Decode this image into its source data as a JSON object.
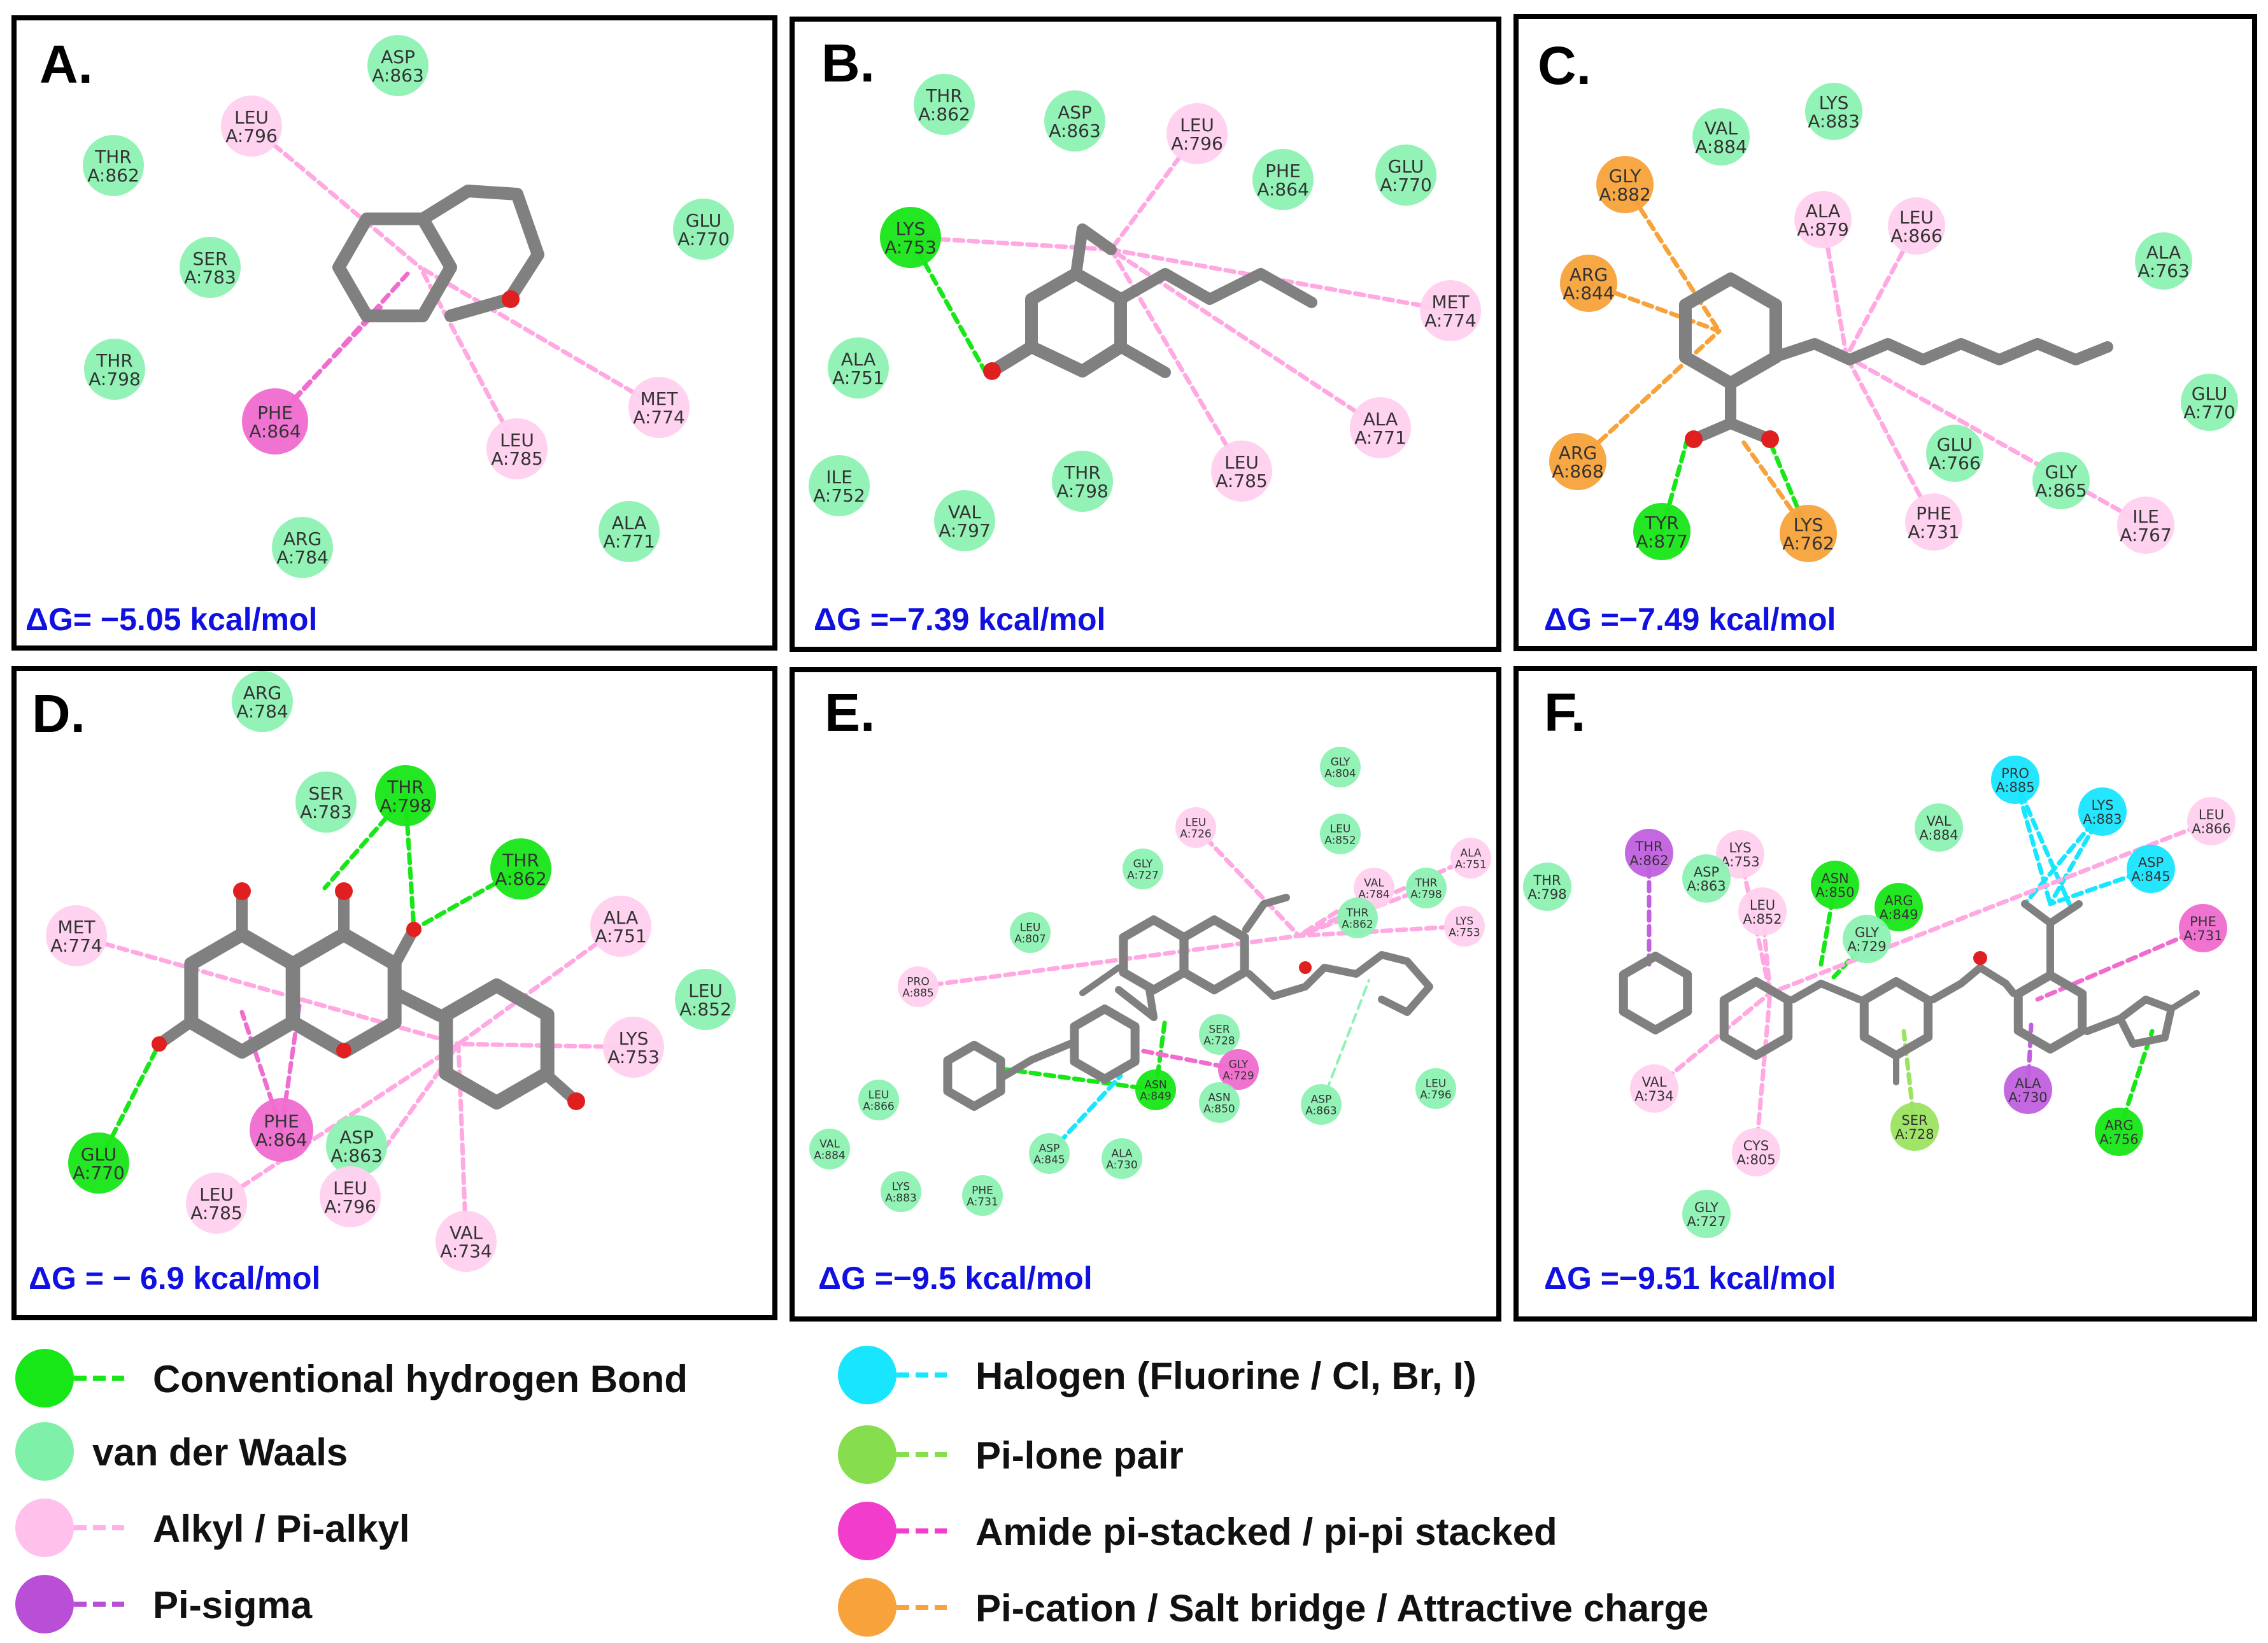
{
  "panels": [
    {
      "id": "A",
      "label": "A.",
      "energy": "ΔG= −5.05 kcal/mol",
      "residues": [
        {
          "id": "leu796",
          "name": "LEU",
          "code": "A:796",
          "type": "alkyl"
        },
        {
          "id": "asp863",
          "name": "ASP",
          "code": "A:863",
          "type": "vdw"
        },
        {
          "id": "thr862",
          "name": "THR",
          "code": "A:862",
          "type": "vdw"
        },
        {
          "id": "glu770",
          "name": "GLU",
          "code": "A:770",
          "type": "vdw"
        },
        {
          "id": "ser783",
          "name": "SER",
          "code": "A:783",
          "type": "vdw"
        },
        {
          "id": "thr798",
          "name": "THR",
          "code": "A:798",
          "type": "vdw"
        },
        {
          "id": "phe864",
          "name": "PHE",
          "code": "A:864",
          "type": "pipi"
        },
        {
          "id": "met774",
          "name": "MET",
          "code": "A:774",
          "type": "alkyl"
        },
        {
          "id": "leu785",
          "name": "LEU",
          "code": "A:785",
          "type": "alkyl"
        },
        {
          "id": "arg784",
          "name": "ARG",
          "code": "A:784",
          "type": "vdw"
        },
        {
          "id": "ala771",
          "name": "ALA",
          "code": "A:771",
          "type": "vdw"
        }
      ]
    },
    {
      "id": "B",
      "label": "B.",
      "energy": "ΔG =−7.39 kcal/mol",
      "residues": [
        {
          "id": "thr862",
          "name": "THR",
          "code": "A:862",
          "type": "vdw"
        },
        {
          "id": "asp863",
          "name": "ASP",
          "code": "A:863",
          "type": "vdw"
        },
        {
          "id": "leu796",
          "name": "LEU",
          "code": "A:796",
          "type": "alkyl"
        },
        {
          "id": "phe864",
          "name": "PHE",
          "code": "A:864",
          "type": "vdw"
        },
        {
          "id": "glu770",
          "name": "GLU",
          "code": "A:770",
          "type": "vdw"
        },
        {
          "id": "lys753",
          "name": "LYS",
          "code": "A:753",
          "type": "hbond"
        },
        {
          "id": "met774",
          "name": "MET",
          "code": "A:774",
          "type": "alkyl"
        },
        {
          "id": "ala751",
          "name": "ALA",
          "code": "A:751",
          "type": "vdw"
        },
        {
          "id": "ile752",
          "name": "ILE",
          "code": "A:752",
          "type": "vdw"
        },
        {
          "id": "thr798",
          "name": "THR",
          "code": "A:798",
          "type": "vdw"
        },
        {
          "id": "val797",
          "name": "VAL",
          "code": "A:797",
          "type": "vdw"
        },
        {
          "id": "leu785",
          "name": "LEU",
          "code": "A:785",
          "type": "alkyl"
        },
        {
          "id": "ala771",
          "name": "ALA",
          "code": "A:771",
          "type": "alkyl"
        }
      ]
    },
    {
      "id": "C",
      "label": "C.",
      "energy": "ΔG =−7.49 kcal/mol",
      "residues": [
        {
          "id": "val884",
          "name": "VAL",
          "code": "A:884",
          "type": "vdw"
        },
        {
          "id": "lys883",
          "name": "LYS",
          "code": "A:883",
          "type": "vdw"
        },
        {
          "id": "gly882",
          "name": "GLY",
          "code": "A:882",
          "type": "salt"
        },
        {
          "id": "ala879",
          "name": "ALA",
          "code": "A:879",
          "type": "alkyl"
        },
        {
          "id": "leu866",
          "name": "LEU",
          "code": "A:866",
          "type": "alkyl"
        },
        {
          "id": "ala763",
          "name": "ALA",
          "code": "A:763",
          "type": "vdw"
        },
        {
          "id": "arg844",
          "name": "ARG",
          "code": "A:844",
          "type": "salt"
        },
        {
          "id": "glu770",
          "name": "GLU",
          "code": "A:770",
          "type": "vdw"
        },
        {
          "id": "arg868",
          "name": "ARG",
          "code": "A:868",
          "type": "salt"
        },
        {
          "id": "glu766",
          "name": "GLU",
          "code": "A:766",
          "type": "vdw"
        },
        {
          "id": "gly865",
          "name": "GLY",
          "code": "A:865",
          "type": "vdw"
        },
        {
          "id": "tyr877",
          "name": "TYR",
          "code": "A:877",
          "type": "hbond"
        },
        {
          "id": "lys762",
          "name": "LYS",
          "code": "A:762",
          "type": "salt"
        },
        {
          "id": "phe731",
          "name": "PHE",
          "code": "A:731",
          "type": "alkyl"
        },
        {
          "id": "ile767",
          "name": "ILE",
          "code": "A:767",
          "type": "alkyl"
        }
      ]
    },
    {
      "id": "D",
      "label": "D.",
      "energy": "ΔG = − 6.9 kcal/mol",
      "residues": [
        {
          "id": "arg784",
          "name": "ARG",
          "code": "A:784",
          "type": "vdw"
        },
        {
          "id": "ser783",
          "name": "SER",
          "code": "A:783",
          "type": "vdw"
        },
        {
          "id": "thr798",
          "name": "THR",
          "code": "A:798",
          "type": "hbond"
        },
        {
          "id": "thr862",
          "name": "THR",
          "code": "A:862",
          "type": "hbond"
        },
        {
          "id": "met774",
          "name": "MET",
          "code": "A:774",
          "type": "alkyl"
        },
        {
          "id": "ala751",
          "name": "ALA",
          "code": "A:751",
          "type": "alkyl"
        },
        {
          "id": "leu852",
          "name": "LEU",
          "code": "A:852",
          "type": "vdw"
        },
        {
          "id": "lys753",
          "name": "LYS",
          "code": "A:753",
          "type": "alkyl"
        },
        {
          "id": "glu770",
          "name": "GLU",
          "code": "A:770",
          "type": "hbond"
        },
        {
          "id": "phe864",
          "name": "PHE",
          "code": "A:864",
          "type": "pipi"
        },
        {
          "id": "asp863",
          "name": "ASP",
          "code": "A:863",
          "type": "vdw"
        },
        {
          "id": "leu785",
          "name": "LEU",
          "code": "A:785",
          "type": "alkyl"
        },
        {
          "id": "leu796",
          "name": "LEU",
          "code": "A:796",
          "type": "alkyl"
        },
        {
          "id": "val734",
          "name": "VAL",
          "code": "A:734",
          "type": "alkyl"
        }
      ]
    },
    {
      "id": "E",
      "label": "E.",
      "energy": "ΔG =−9.5 kcal/mol",
      "residues": [
        {
          "id": "gly804",
          "name": "GLY",
          "code": "A:804",
          "type": "vdw"
        },
        {
          "id": "leu726",
          "name": "LEU",
          "code": "A:726",
          "type": "alkyl"
        },
        {
          "id": "leu852",
          "name": "LEU",
          "code": "A:852",
          "type": "vdw"
        },
        {
          "id": "gly727",
          "name": "GLY",
          "code": "A:727",
          "type": "vdw"
        },
        {
          "id": "ala751",
          "name": "ALA",
          "code": "A:751",
          "type": "alkyl"
        },
        {
          "id": "val784",
          "name": "VAL",
          "code": "A:784",
          "type": "alkyl"
        },
        {
          "id": "thr798",
          "name": "THR",
          "code": "A:798",
          "type": "vdw"
        },
        {
          "id": "leu807",
          "name": "LEU",
          "code": "A:807",
          "type": "vdw"
        },
        {
          "id": "thr862",
          "name": "THR",
          "code": "A:862",
          "type": "vdw"
        },
        {
          "id": "lys753",
          "name": "LYS",
          "code": "A:753",
          "type": "alkyl"
        },
        {
          "id": "pro885",
          "name": "PRO",
          "code": "A:885",
          "type": "alkyl"
        },
        {
          "id": "ser728",
          "name": "SER",
          "code": "A:728",
          "type": "vdw"
        },
        {
          "id": "gly729",
          "name": "GLY",
          "code": "A:729",
          "type": "pipi"
        },
        {
          "id": "asn849",
          "name": "ASN",
          "code": "A:849",
          "type": "hbond"
        },
        {
          "id": "asn850",
          "name": "ASN",
          "code": "A:850",
          "type": "vdw"
        },
        {
          "id": "asp863",
          "name": "ASP",
          "code": "A:863",
          "type": "vdw"
        },
        {
          "id": "leu796",
          "name": "LEU",
          "code": "A:796",
          "type": "vdw"
        },
        {
          "id": "leu866",
          "name": "LEU",
          "code": "A:866",
          "type": "vdw"
        },
        {
          "id": "val884",
          "name": "VAL",
          "code": "A:884",
          "type": "vdw"
        },
        {
          "id": "asp845",
          "name": "ASP",
          "code": "A:845",
          "type": "vdw"
        },
        {
          "id": "ala730",
          "name": "ALA",
          "code": "A:730",
          "type": "vdw"
        },
        {
          "id": "lys883",
          "name": "LYS",
          "code": "A:883",
          "type": "vdw"
        },
        {
          "id": "phe731",
          "name": "PHE",
          "code": "A:731",
          "type": "vdw"
        }
      ]
    },
    {
      "id": "F",
      "label": "F.",
      "energy": "ΔG =−9.51 kcal/mol",
      "residues": [
        {
          "id": "pro885",
          "name": "PRO",
          "code": "A:885",
          "type": "halogen"
        },
        {
          "id": "lys883",
          "name": "LYS",
          "code": "A:883",
          "type": "halogen"
        },
        {
          "id": "leu866",
          "name": "LEU",
          "code": "A:866",
          "type": "alkyl"
        },
        {
          "id": "thr862",
          "name": "THR",
          "code": "A:862",
          "type": "pisigma"
        },
        {
          "id": "lys753",
          "name": "LYS",
          "code": "A:753",
          "type": "alkyl"
        },
        {
          "id": "asp863",
          "name": "ASP",
          "code": "A:863",
          "type": "vdw"
        },
        {
          "id": "val884",
          "name": "VAL",
          "code": "A:884",
          "type": "vdw"
        },
        {
          "id": "asp845",
          "name": "ASP",
          "code": "A:845",
          "type": "halogen"
        },
        {
          "id": "thr798",
          "name": "THR",
          "code": "A:798",
          "type": "vdw"
        },
        {
          "id": "asn850",
          "name": "ASN",
          "code": "A:850",
          "type": "hbond"
        },
        {
          "id": "arg849",
          "name": "ARG",
          "code": "A:849",
          "type": "hbond"
        },
        {
          "id": "leu852",
          "name": "LEU",
          "code": "A:852",
          "type": "alkyl"
        },
        {
          "id": "gly729",
          "name": "GLY",
          "code": "A:729",
          "type": "vdw"
        },
        {
          "id": "phe731",
          "name": "PHE",
          "code": "A:731",
          "type": "pipi"
        },
        {
          "id": "val734",
          "name": "VAL",
          "code": "A:734",
          "type": "alkyl"
        },
        {
          "id": "ala730",
          "name": "ALA",
          "code": "A:730",
          "type": "pisigma"
        },
        {
          "id": "ser728",
          "name": "SER",
          "code": "A:728",
          "type": "pilone"
        },
        {
          "id": "cys805",
          "name": "CYS",
          "code": "A:805",
          "type": "alkyl"
        },
        {
          "id": "arg756",
          "name": "ARG",
          "code": "A:756",
          "type": "hbond"
        },
        {
          "id": "gly727",
          "name": "GLY",
          "code": "A:727",
          "type": "vdw"
        }
      ]
    }
  ],
  "legend": [
    {
      "id": "hbond",
      "label": "Conventional hydrogen Bond",
      "fill": "#17e617",
      "line": "#17e617",
      "dashed": true
    },
    {
      "id": "vdw",
      "label": "van der Waals",
      "fill": "#7ff0a8",
      "line": "",
      "dashed": false
    },
    {
      "id": "alkyl",
      "label": "Alkyl / Pi-alkyl",
      "fill": "#ffc0ec",
      "line": "#ffb0e6",
      "dashed": true
    },
    {
      "id": "pisigma",
      "label": "Pi-sigma",
      "fill": "#b84fd6",
      "line": "#b84fd6",
      "dashed": true
    },
    {
      "id": "halogen",
      "label": "Halogen (Fluorine / Cl, Br, I)",
      "fill": "#18e6ff",
      "line": "#18e6ff",
      "dashed": true
    },
    {
      "id": "pilone",
      "label": "Pi-lone pair",
      "fill": "#86de4e",
      "line": "#86de4e",
      "dashed": true
    },
    {
      "id": "pipi",
      "label": "Amide pi-stacked / pi-pi stacked",
      "fill": "#f23ccc",
      "line": "#f23ccc",
      "dashed": true
    },
    {
      "id": "salt",
      "label": "Pi-cation / Salt bridge / Attractive charge",
      "fill": "#f7a23a",
      "line": "#f7a23a",
      "dashed": true
    }
  ],
  "colors": {
    "hbond": "#17e617",
    "vdw": "#8df2b3",
    "alkyl": "#ffd0ef",
    "pisigma": "#c060de",
    "halogen": "#18e6ff",
    "pilone": "#9be360",
    "pipi": "#f06ccf",
    "salt": "#f7a23a",
    "energy_text": "#1010e0"
  }
}
